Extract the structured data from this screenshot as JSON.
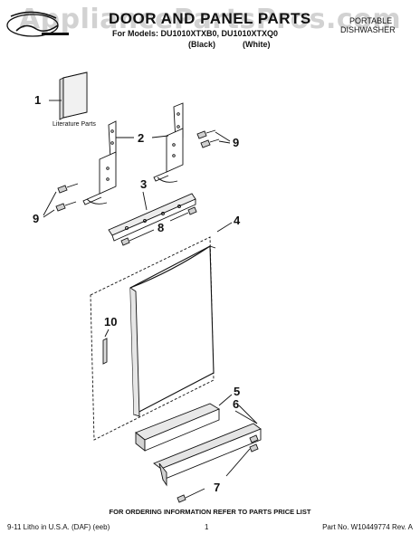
{
  "header": {
    "watermark": "AppliancePartsPros.com",
    "title": "DOOR AND PANEL PARTS",
    "models": "For Models: DU1010XTXB0, DU1010XTXQ0",
    "color_black": "(Black)",
    "color_white": "(White)",
    "product_type_line1": "PORTABLE",
    "product_type_line2": "DISHWASHER"
  },
  "callouts": [
    "1",
    "2",
    "3",
    "4",
    "5",
    "6",
    "7",
    "8",
    "9",
    "9",
    "10"
  ],
  "literature_label": "Literature Parts",
  "footer": {
    "ordering_note": "FOR ORDERING INFORMATION REFER TO PARTS PRICE LIST",
    "left": "9-11 Litho in U.S.A. (DAF) (eeb)",
    "page": "1",
    "right": "Part No. W10449774 Rev. A"
  }
}
